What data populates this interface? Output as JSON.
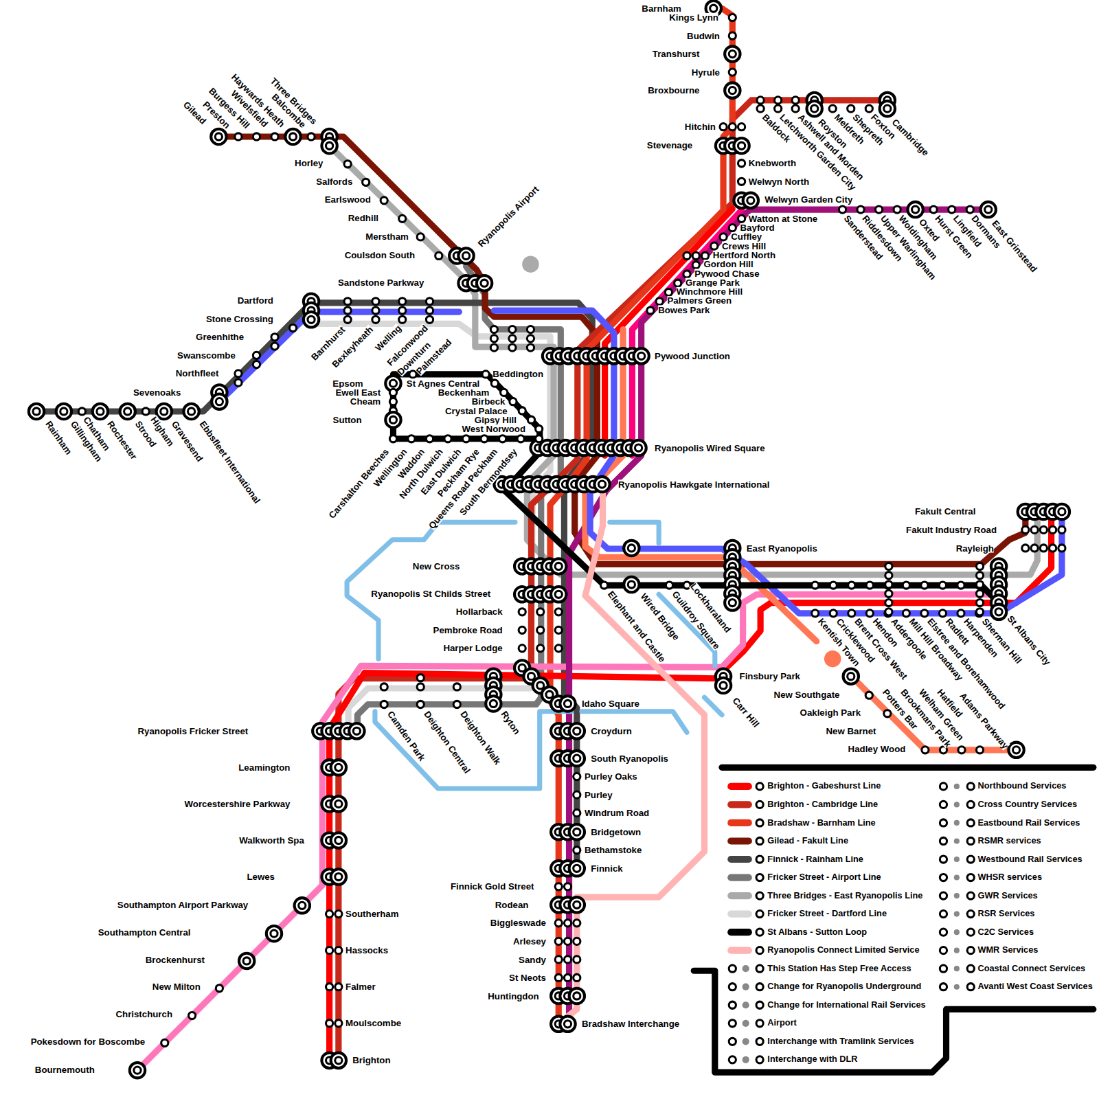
{
  "diagram": {
    "labels": [
      "Barnham",
      "Kings Lynn",
      "Budwin",
      "Transhurst",
      "Hyrule",
      "Broxbourne",
      "Hitchin",
      "Stevenage",
      "Knebworth",
      "Welwyn North",
      "Welwyn Garden City",
      "Watton at Stone",
      "Bayford",
      "Cuffley",
      "Crews Hill",
      "Hertford North",
      "Gordon Hill",
      "Pywood Chase",
      "Grange Park",
      "Winchmore Hill",
      "Palmers Green",
      "Bowes Park",
      "Baldock",
      "Letchworth Garden City",
      "Ashwell and Morden",
      "Royston",
      "Meldreth",
      "Shepreth",
      "Foxton",
      "Cambridge",
      "Sanderstead",
      "Riddlesdown",
      "Upper Warlingham",
      "Woldingham",
      "Oxted",
      "Hurst Green",
      "Lingfield",
      "Dormans",
      "East Grinstead",
      "Pywood Junction",
      "Ryanopolis Wired Square",
      "Ryanopolis Hawkgate International",
      "Ryanopolis Airport",
      "Sandstone Parkway",
      "Coulsdon South",
      "Merstham",
      "Redhill",
      "Earlswood",
      "Salfords",
      "Horley",
      "Gilead",
      "Preston",
      "Burgess Hill",
      "Wivelsfield",
      "Haywards Heath",
      "Balcombe",
      "Three Bridges",
      "Dartford",
      "Stone Crossing",
      "Greenhithe",
      "Swanscombe",
      "Northfleet",
      "Sevenoaks",
      "Barnhurst",
      "Bexleyheath",
      "Welling",
      "Falconwood",
      "Downturn",
      "Palmstead",
      "Rainham",
      "Gillingham",
      "Chatham",
      "Rochester",
      "Strood",
      "Higham",
      "Gravesend",
      "Ebbsfleet International",
      "Epsom",
      "Ewell East",
      "Cheam",
      "Sutton",
      "St Agnes Central",
      "Beddington",
      "Beckenham",
      "Birbeck",
      "Crystal Palace",
      "Gipsy Hill",
      "West Norwood",
      "Carshalton Beeches",
      "Wellington",
      "Waddon",
      "North Dulwich",
      "East Dulwich",
      "Peckham Rye",
      "Queens Road Peckham",
      "South Bermondsey",
      "New Cross",
      "Ryanopolis St Childs Street",
      "Hollarback",
      "Pembroke Road",
      "Harper Lodge",
      "Camden Park",
      "Deighton Central",
      "Deighton Walk",
      "Ryton",
      "Idaho Square",
      "Croydurn",
      "South Ryanopolis",
      "Purley Oaks",
      "Purley",
      "Windrum Road",
      "Bridgetown",
      "Bethamstoke",
      "Finnick",
      "Finnick Gold Street",
      "Rodean",
      "Biggleswade",
      "Arlesey",
      "Sandy",
      "St Neots",
      "Huntingdon",
      "Bradshaw Interchange",
      "Ryanopolis Fricker Street",
      "Leamington",
      "Worcestershire Parkway",
      "Walkworth Spa",
      "Lewes",
      "Southampton Airport Parkway",
      "Southampton Central",
      "Brockenhurst",
      "New Milton",
      "Christchurch",
      "Pokesdown for Boscombe",
      "Bournemouth",
      "Southerham",
      "Hassocks",
      "Falmer",
      "Moulscombe",
      "Brighton",
      "East Ryanopolis",
      "Fakult Central",
      "Fakult Industry Road",
      "Rayleigh",
      "Elephant and Castle",
      "Wired Bridge",
      "Guildroy Square",
      "Lockharaland",
      "Kentish Town",
      "Cricklewood",
      "Brent Cross West",
      "Hendon",
      "Addergoole",
      "Mill Hill Broadway",
      "Elstree and Borehamwood",
      "Radlett",
      "Harpenden",
      "Sherman Hill",
      "St Albans City",
      "Finsbury Park",
      "Carr Hill",
      "New Southgate",
      "Oakleigh Park",
      "New Barnet",
      "Hadley Wood",
      "Potters Bar",
      "Brookmans Park",
      "Welham Green",
      "Hatfield",
      "Adams Parkway"
    ],
    "legend": [
      {
        "text": "Brighton - Gabeshurst Line",
        "color": "#ff0000"
      },
      {
        "text": "Brighton - Cambridge Line",
        "color": "#c8281a"
      },
      {
        "text": "Bradshaw - Barnham Line",
        "color": "#e8361a"
      },
      {
        "text": "Gilead - Fakult Line",
        "color": "#7a1506"
      },
      {
        "text": "Finnick - Rainham Line",
        "color": "#444444"
      },
      {
        "text": "Fricker Street - Airport Line",
        "color": "#777777"
      },
      {
        "text": "Three Bridges - East Ryanopolis Line",
        "color": "#aaaaaa"
      },
      {
        "text": "Fricker Street - Dartford Line",
        "color": "#d8d8d8"
      },
      {
        "text": "St Albans - Sutton Loop",
        "color": "#000000"
      },
      {
        "text": "Ryanopolis Connect Limited Service",
        "color": "#ffb3b3"
      },
      {
        "text": "This Station Has Step Free Access"
      },
      {
        "text": "Change for Ryanopolis Underground"
      },
      {
        "text": "Change for International Rail Services"
      },
      {
        "text": "Airport"
      },
      {
        "text": "Interchange with Tramlink Services"
      },
      {
        "text": "Interchange with DLR"
      },
      {
        "text": "Northbound Services"
      },
      {
        "text": "Cross Country Services"
      },
      {
        "text": "Eastbound Rail Services"
      },
      {
        "text": "RSMR services"
      },
      {
        "text": "Westbound Rail Services"
      },
      {
        "text": "WHSR services"
      },
      {
        "text": "GWR Services"
      },
      {
        "text": "RSR Services"
      },
      {
        "text": "C2C Services"
      },
      {
        "text": "WMR Services"
      },
      {
        "text": "Coastal Connect Services"
      },
      {
        "text": "Avanti West Coast Services"
      }
    ]
  }
}
